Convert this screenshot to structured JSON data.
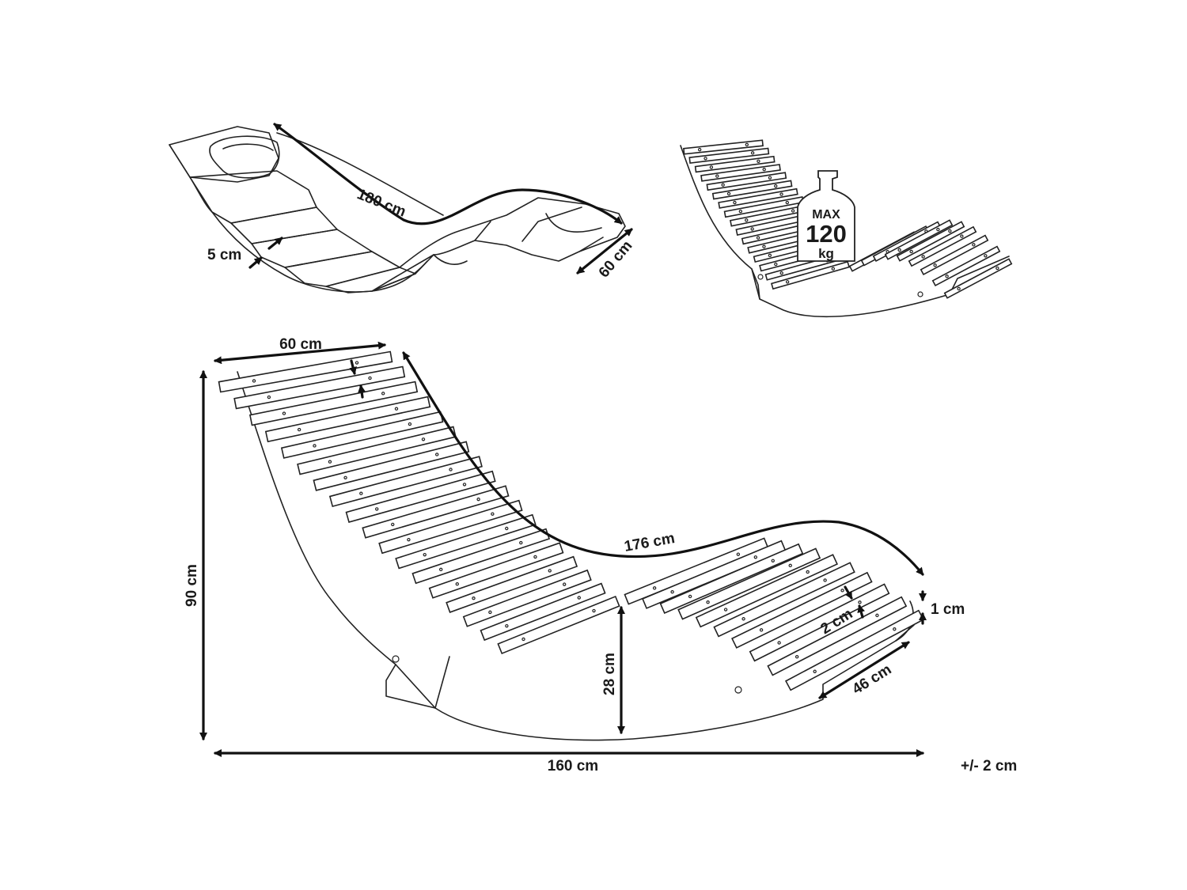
{
  "cushion_view": {
    "length_label": "180 cm",
    "width_label": "60 cm",
    "thickness_label": "5 cm"
  },
  "load_view": {
    "max_label": "MAX",
    "load_value": "120",
    "load_unit": "kg"
  },
  "main_view": {
    "top_width_label": "60 cm",
    "arc_length_label": "176 cm",
    "height_label": "90 cm",
    "seat_height_label": "28 cm",
    "slat_gap_label": "2 cm",
    "slat_thickness_label": "1 cm",
    "foot_width_label": "46 cm",
    "total_length_label": "160 cm",
    "tolerance_label": "+/- 2 cm"
  },
  "colors": {
    "line": "#222222",
    "background": "#ffffff"
  }
}
